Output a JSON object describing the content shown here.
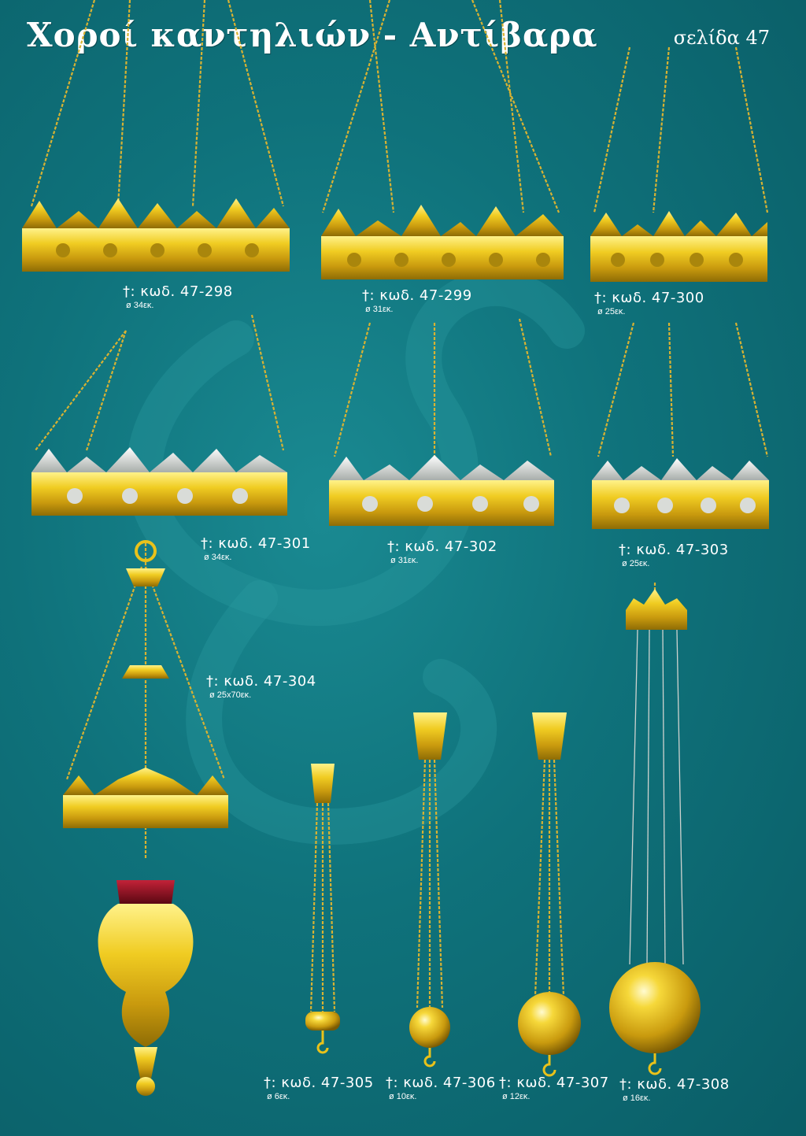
{
  "header": {
    "title": "Χοροί καντηλιών - Αντίβαρα",
    "page_label": "σελίδα",
    "page_number": "47"
  },
  "colors": {
    "background": "#0e6f78",
    "gold": "#e9c21a",
    "gold_dark": "#a9860c",
    "silver": "#d9dcd8",
    "ruby": "#8a1020"
  },
  "products": [
    {
      "code": "†: κωδ. 47-298",
      "dimension": "ø 34εκ."
    },
    {
      "code": "†: κωδ. 47-299",
      "dimension": "ø 31εκ."
    },
    {
      "code": "†: κωδ. 47-300",
      "dimension": "ø 25εκ."
    },
    {
      "code": "†: κωδ. 47-301",
      "dimension": "ø 34εκ."
    },
    {
      "code": "†: κωδ. 47-302",
      "dimension": "ø 31εκ."
    },
    {
      "code": "†: κωδ. 47-303",
      "dimension": "ø 25εκ."
    },
    {
      "code": "†: κωδ. 47-304",
      "dimension": "ø 25x70εκ."
    },
    {
      "code": "†: κωδ. 47-305",
      "dimension": "ø 6εκ."
    },
    {
      "code": "†: κωδ. 47-306",
      "dimension": "ø 10εκ."
    },
    {
      "code": "†: κωδ. 47-307",
      "dimension": "ø 12εκ."
    },
    {
      "code": "†: κωδ. 47-308",
      "dimension": "ø 16εκ."
    }
  ]
}
